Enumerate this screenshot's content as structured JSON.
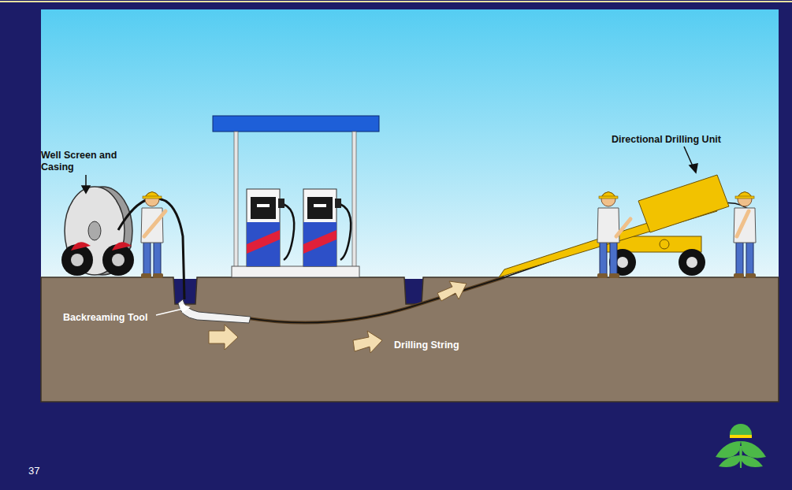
{
  "diagram": {
    "labels": [
      "Well Screen and Casing",
      "Directional Drilling Unit",
      "Backreaming Tool",
      "Drilling String",
      "37"
    ]
  }
}
